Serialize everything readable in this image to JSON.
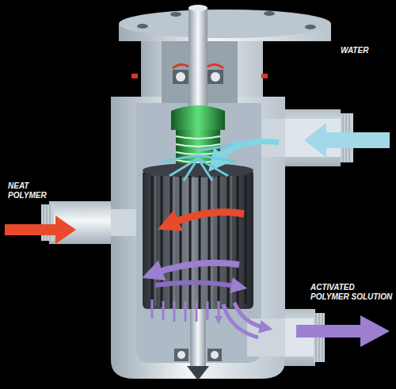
{
  "diagram": {
    "labels": [
      "WATER",
      "NEAT POLYMER",
      "ACTIVATED POLYMER SOLUTION"
    ]
  }
}
